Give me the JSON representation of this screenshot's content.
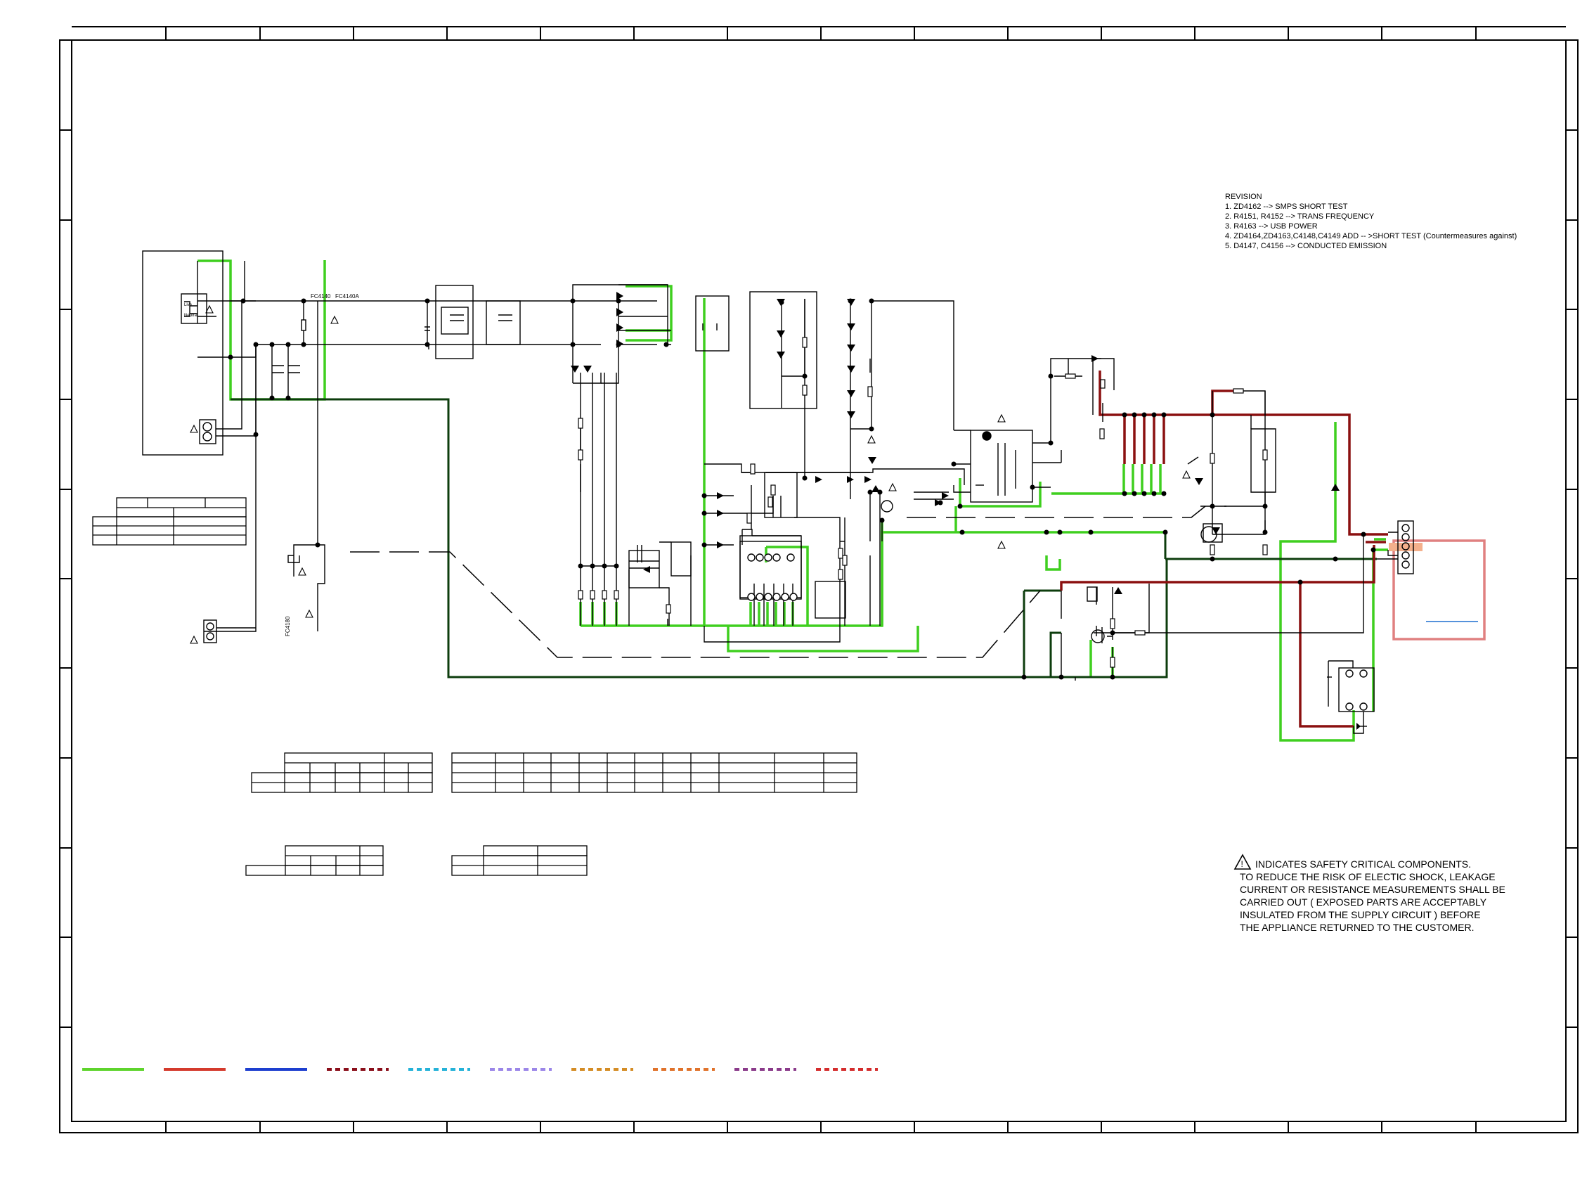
{
  "revision": {
    "title": "REVISION",
    "items": [
      "1. ZD4162  --> SMPS SHORT TEST",
      "2. R4151, R4152 --> TRANS FREQUENCY",
      "3. R4163 --> USB POWER",
      "4. ZD4164,ZD4163,C4148,C4149 ADD -- >SHORT TEST (Countermeasures against)",
      "5. D4147, C4156 --> CONDUCTED EMISSION"
    ]
  },
  "safety_note": {
    "lines": [
      "INDICATES SAFETY CRITICAL COMPONENTS.",
      "TO REDUCE THE RISK OF ELECTIC SHOCK, LEAKAGE",
      "CURRENT OR RESISTANCE MEASUREMENTS SHALL BE",
      "CARRIED OUT ( EXPOSED PARTS ARE ACCEPTABLY",
      "INSULATED FROM THE SUPPLY CIRCUIT ) BEFORE",
      "THE APPLIANCE RETURNED TO THE CUSTOMER."
    ]
  },
  "component_labels": {
    "fc_a": "FC4140",
    "fc_b": "FC4140A",
    "fc_vertical": "FC4180",
    "inlet_live": "Live",
    "inlet_neutral": "Neutral"
  },
  "colors": {
    "wire": "#000000",
    "primary_ground": "#3fcf1f",
    "secondary_ground": "#0d3d0d",
    "red_trace": "#8b1010",
    "highlight_box": "#e08080",
    "highlight_pin": "#f4b08c",
    "legend": [
      "#5ed42c",
      "#d43a2c",
      "#1d3fcf",
      "#8a0e1a",
      "#24b2d8",
      "#9b86e8",
      "#d48c24",
      "#e0722a",
      "#8a3a8a",
      "#d42c2c"
    ]
  },
  "legend_styles": [
    "solid",
    "solid",
    "solid",
    "dashed",
    "dashed",
    "dashed",
    "dashed",
    "dashed",
    "dashed",
    "dashed"
  ]
}
